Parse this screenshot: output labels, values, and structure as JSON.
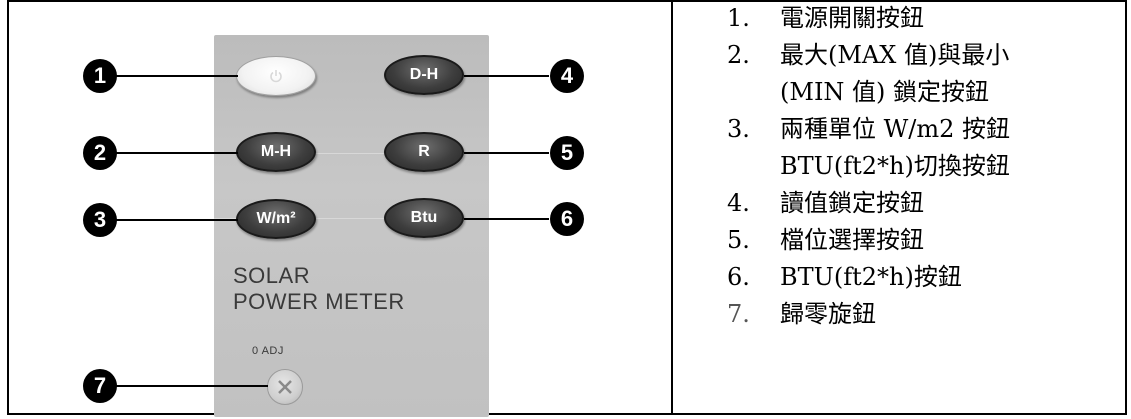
{
  "panel": {
    "buttons": [
      {
        "num": "1",
        "label": ""
      },
      {
        "num": "2",
        "label": "M-H"
      },
      {
        "num": "3",
        "label": "W/m²"
      },
      {
        "num": "4",
        "label": "D-H"
      },
      {
        "num": "5",
        "label": "R"
      },
      {
        "num": "6",
        "label": "Btu"
      }
    ],
    "knob_num": "7",
    "label_line1": "SOLAR",
    "label_line2": "POWER METER",
    "adj_label": "0 ADJ"
  },
  "list": [
    {
      "num": "1.",
      "lines": [
        "電源開關按鈕"
      ]
    },
    {
      "num": "2.",
      "lines": [
        "最大(MAX 值)與最小",
        "(MIN 值) 鎖定按鈕"
      ]
    },
    {
      "num": "3.",
      "lines": [
        "兩種單位 W/m2 按鈕",
        "BTU(ft2*h)切換按鈕"
      ]
    },
    {
      "num": "4.",
      "lines": [
        "讀值鎖定按鈕"
      ]
    },
    {
      "num": "5.",
      "lines": [
        "檔位選擇按鈕"
      ]
    },
    {
      "num": "6.",
      "lines": [
        "BTU(ft2*h)按鈕"
      ]
    },
    {
      "num": "7.",
      "lines": [
        "歸零旋鈕"
      ]
    }
  ]
}
